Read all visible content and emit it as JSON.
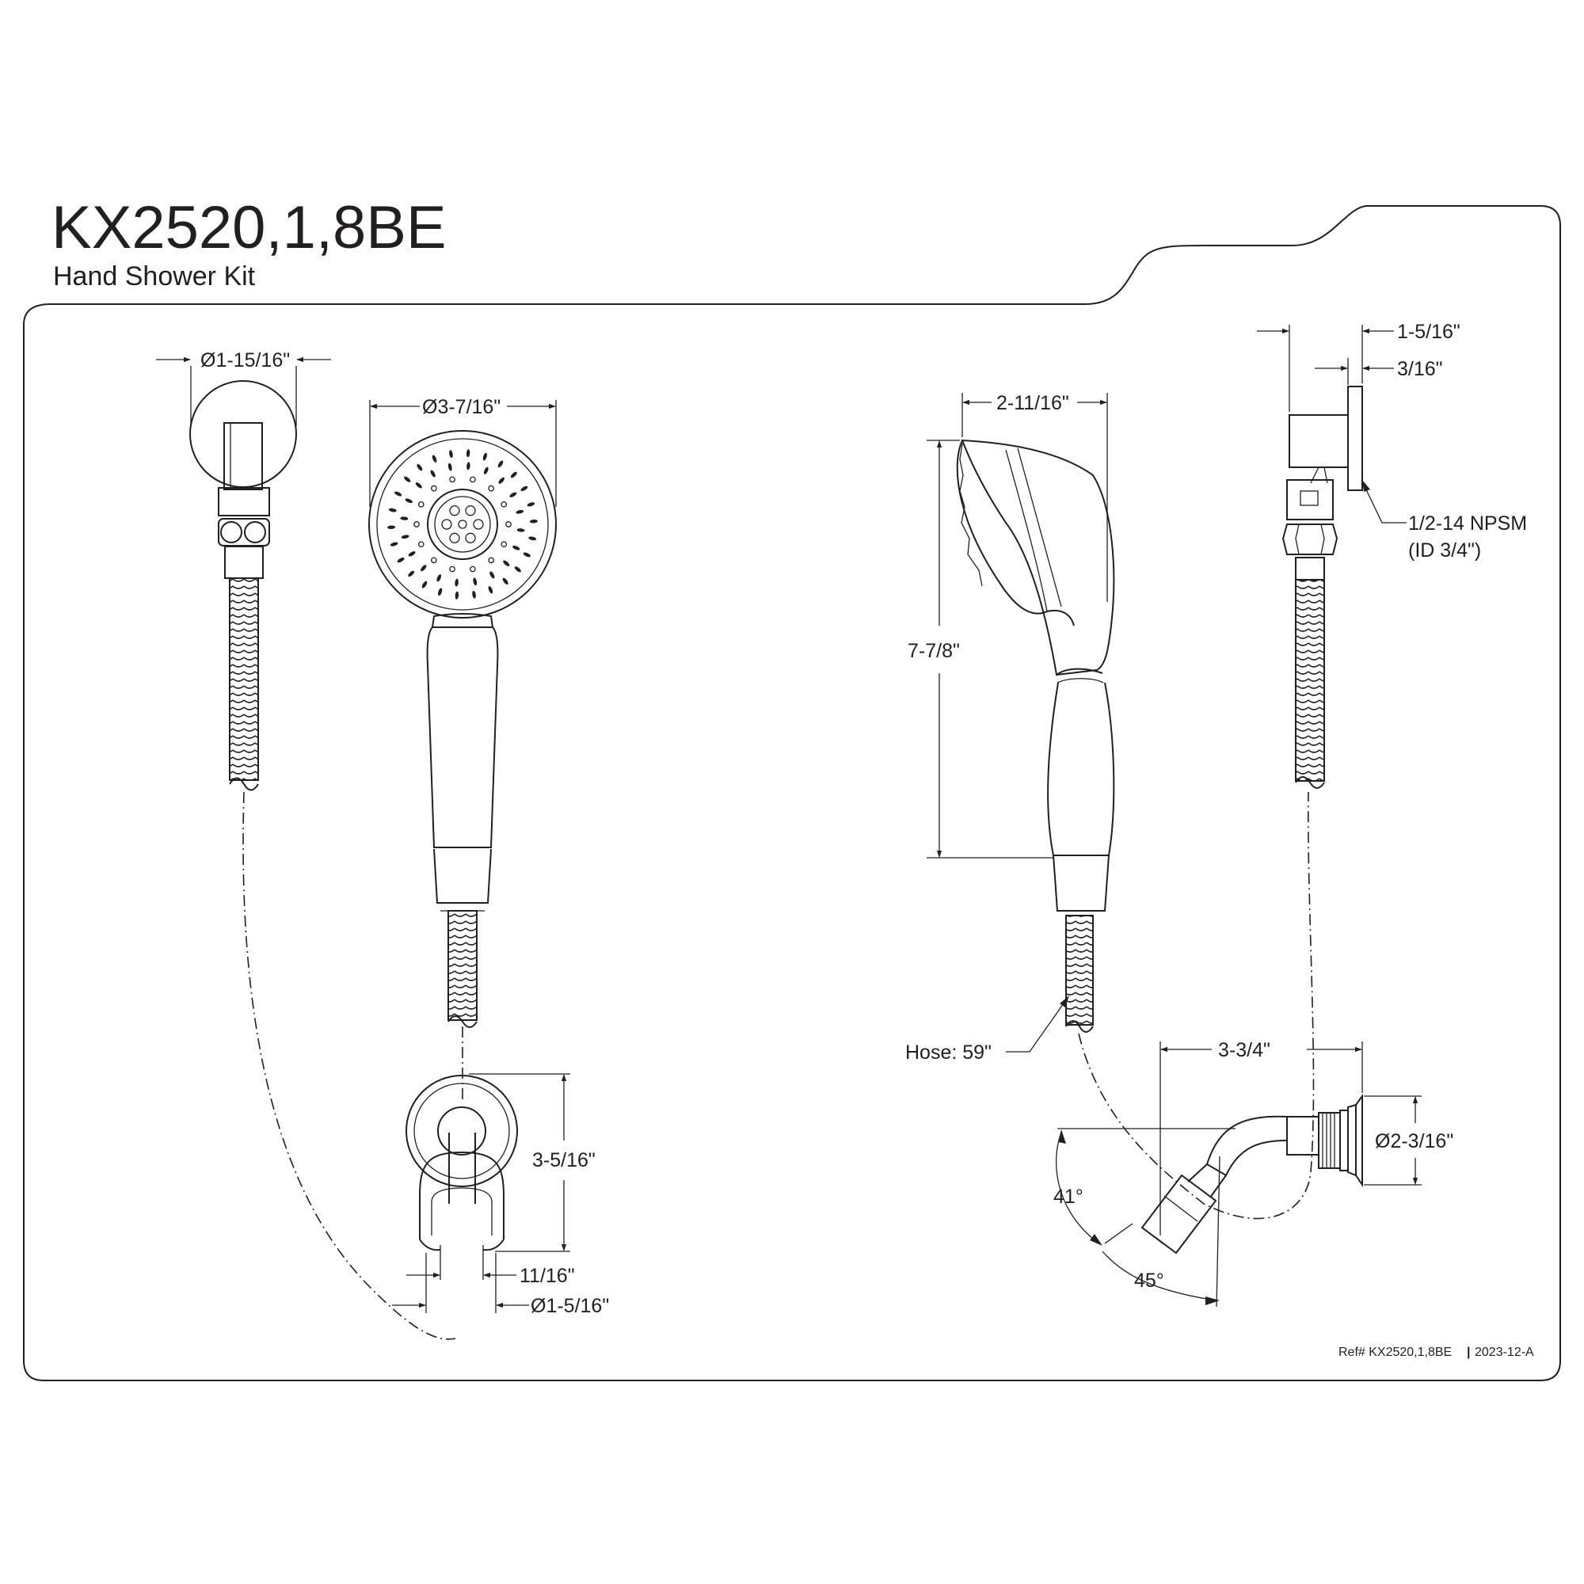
{
  "header": {
    "model": "KX2520,1,8BE",
    "subtitle": "Hand Shower Kit"
  },
  "dimensions": {
    "bracket_diameter": "Ø1-15/16\"",
    "head_diameter": "Ø3-7/16\"",
    "head_width": "2-11/16\"",
    "handle_length": "7-7/8\"",
    "hose_length": "Hose: 59\"",
    "holder_height": "3-5/16\"",
    "holder_slot": "11/16\"",
    "holder_diameter": "Ø1-5/16\"",
    "elbow_depth": "1-5/16\"",
    "flange_thickness": "3/16\"",
    "thread_spec": "1/2-14 NPSM",
    "thread_id": "(ID 3/4\")",
    "arm_projection": "3-3/4\"",
    "flange_diameter": "Ø2-3/16\"",
    "angle_upper": "41°",
    "angle_lower": "45°"
  },
  "footer": {
    "ref": "Ref# KX2520,1,8BE",
    "separator": "|",
    "revision": "2023-12-A"
  }
}
